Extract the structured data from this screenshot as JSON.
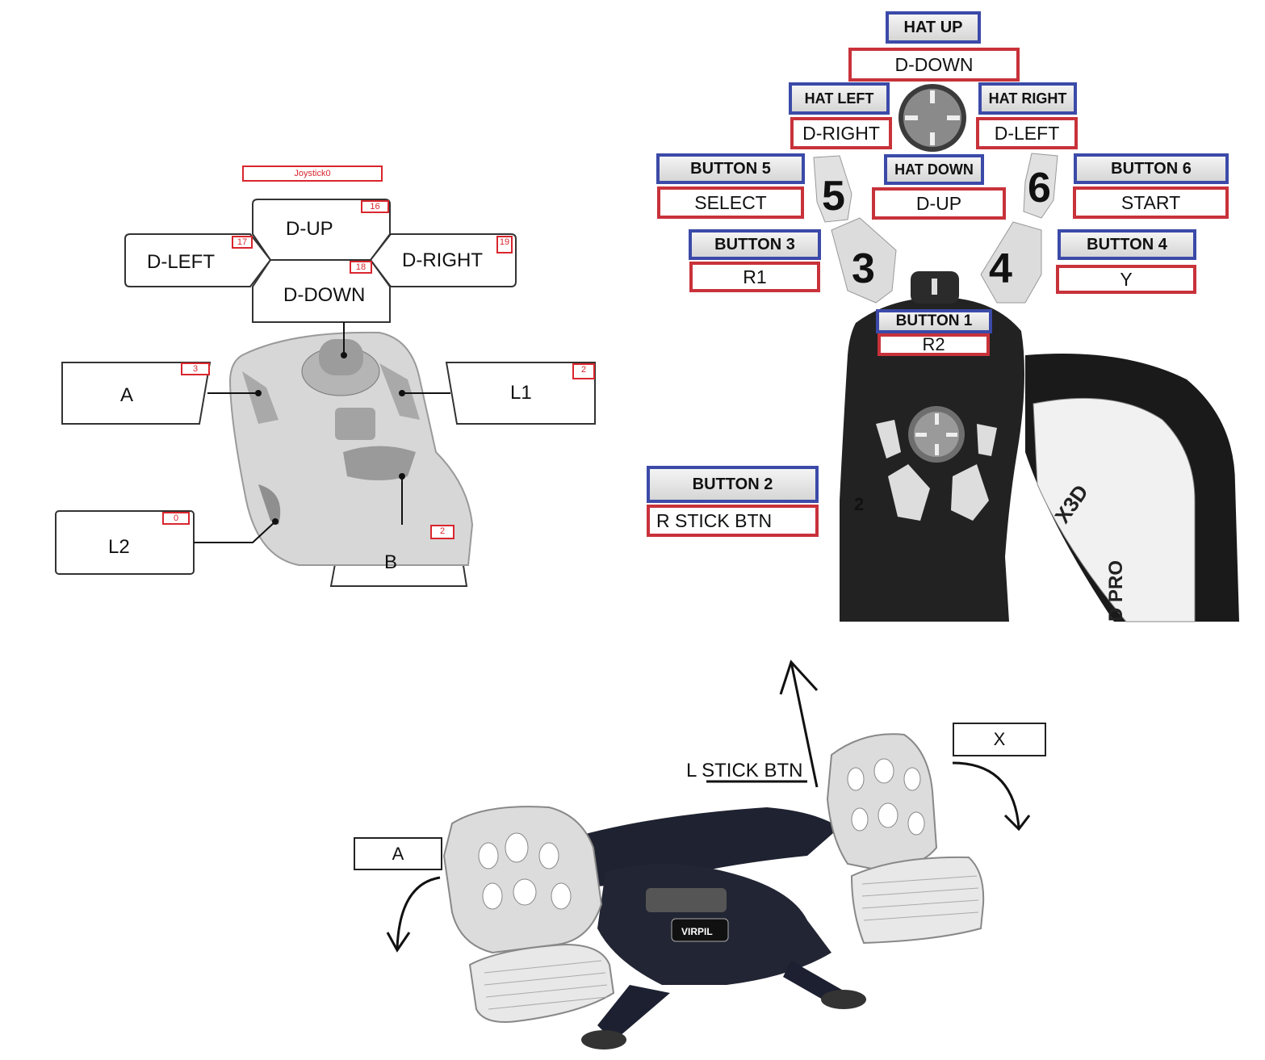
{
  "left_diagram": {
    "title": "Joystick0",
    "dpad": {
      "up": "D-UP",
      "up_id": "16",
      "left": "D-LEFT",
      "left_id": "17",
      "right": "D-RIGHT",
      "right_id": "19",
      "down": "D-DOWN",
      "down_id": "18"
    },
    "buttons": {
      "a": "A",
      "a_id": "3",
      "l1": "L1",
      "l1_id": "2",
      "l2": "L2",
      "l2_id": "0",
      "b": "B",
      "b_id": "2"
    }
  },
  "right_diagram": {
    "hat_up": {
      "name": "HAT UP",
      "map": "D-DOWN"
    },
    "hat_left": {
      "name": "HAT LEFT",
      "map": "D-RIGHT"
    },
    "hat_right": {
      "name": "HAT RIGHT",
      "map": "D-LEFT"
    },
    "hat_down": {
      "name": "HAT DOWN",
      "map": "D-UP"
    },
    "button5": {
      "name": "BUTTON 5",
      "map": "SELECT"
    },
    "button6": {
      "name": "BUTTON 6",
      "map": "START"
    },
    "button3": {
      "name": "BUTTON 3",
      "map": "R1"
    },
    "button4": {
      "name": "BUTTON 4",
      "map": "Y"
    },
    "button1": {
      "name": "BUTTON 1",
      "map": "R2"
    },
    "button2": {
      "name": "BUTTON 2",
      "map": "R STICK BTN"
    },
    "stick_numerals": [
      "5",
      "3",
      "4",
      "6",
      "2"
    ],
    "brand": "X3D",
    "model": "D PRO"
  },
  "pedals": {
    "left": "A",
    "right": "X",
    "stick": "L STICK BTN",
    "brand": "VIRPIL"
  },
  "colors": {
    "blue_border": "#3b4aa8",
    "red_border": "#c8323a",
    "id_red": "#d9262e"
  }
}
